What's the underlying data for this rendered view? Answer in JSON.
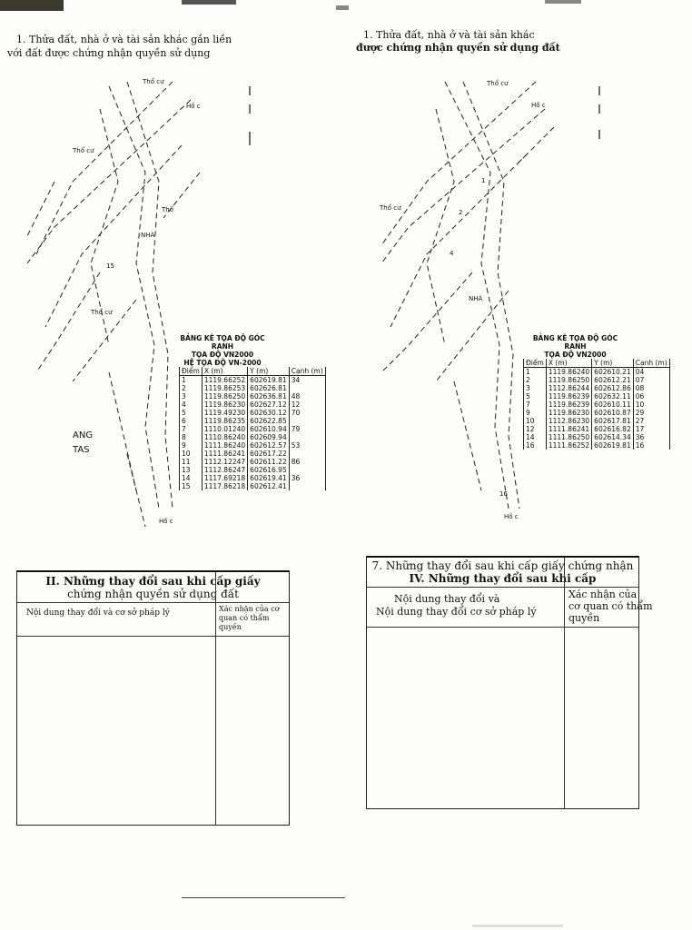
{
  "left_page": {
    "header_line1": "1. Thửa đất, nhà ở và tài sản khác gắn liền",
    "header_line2": "với đất được chứng nhận quyền sử dụng",
    "sketch_labels": [
      "Thổ cư",
      "Hồ c",
      "Thổ cư",
      "NHÀ",
      "Thổ cư",
      "15",
      "Hồ c",
      "ANG",
      "TAS",
      "Thổ"
    ],
    "coord_table": {
      "title_lines": [
        "BẢNG KÊ TỌA ĐỘ GÓC RANH",
        "TỌA ĐỘ VN2000",
        "HỆ TỌA ĐỘ VN-2000"
      ],
      "headers": [
        "Điểm",
        "X (m)",
        "Y (m)",
        "Cạnh (m)"
      ],
      "rows": [
        [
          "1",
          "1119.66252",
          "602619.81",
          "34"
        ],
        [
          "2",
          "1119.86253",
          "602626.81",
          ""
        ],
        [
          "3",
          "1119.86250",
          "602636.81",
          "48"
        ],
        [
          "4",
          "1119.86230",
          "602627.12",
          "12"
        ],
        [
          "5",
          "1119.49230",
          "602630.12",
          "70"
        ],
        [
          "6",
          "1119.86235",
          "602622.85",
          ""
        ],
        [
          "7",
          "1110.01240",
          "602610.94",
          "79"
        ],
        [
          "8",
          "1110.86240",
          "602609.94",
          ""
        ],
        [
          "9",
          "1111.86240",
          "602612.57",
          "53"
        ],
        [
          "10",
          "1111.86241",
          "602617.22",
          ""
        ],
        [
          "11",
          "1112.12247",
          "602611.22",
          "86"
        ],
        [
          "13",
          "1112.86247",
          "602616.95",
          ""
        ],
        [
          "14",
          "1117.69218",
          "602619.41",
          "36"
        ],
        [
          "15",
          "1117.86218",
          "602612.41",
          ""
        ]
      ]
    },
    "bottom_box": {
      "title1": "II. Những thay đổi sau khi cấp giấy",
      "title2": "chứng nhận quyền sử dụng đất",
      "col1": "Nội dung thay đổi và cơ sở pháp lý",
      "col2": "Xác nhận của cơ quan có thẩm quyền"
    }
  },
  "right_page": {
    "header_line1": "1. Thửa đất, nhà ở và tài sản khác",
    "header_line2": "được chứng nhận quyền sử dụng đất",
    "sketch_labels": [
      "Thổ cư",
      "Hồ c",
      "Thổ cư",
      "NHÀ",
      "1",
      "2",
      "4",
      "16",
      "Hồ c"
    ],
    "coord_table": {
      "title_lines": [
        "BẢNG KÊ TỌA ĐỘ GÓC RANH",
        "TỌA ĐỘ VN2000"
      ],
      "headers": [
        "Điểm",
        "X (m)",
        "Y (m)",
        "Cạnh (m)"
      ],
      "rows": [
        [
          "1",
          "1119.86240",
          "602610.21",
          "04"
        ],
        [
          "2",
          "1119.86250",
          "602612.21",
          "07"
        ],
        [
          "3",
          "1112.86244",
          "602612.86",
          "08"
        ],
        [
          "5",
          "1119.86239",
          "602632.11",
          "06"
        ],
        [
          "7",
          "1119.86239",
          "602610.11",
          "10"
        ],
        [
          "9",
          "1119.86230",
          "602610.87",
          "29"
        ],
        [
          "10",
          "1112.86230",
          "602617.81",
          "27"
        ],
        [
          "12",
          "1111.86241",
          "602616.82",
          "17"
        ],
        [
          "14",
          "1111.86250",
          "602614.34",
          "36"
        ],
        [
          "16",
          "1111.86252",
          "602619.81",
          "16"
        ]
      ]
    },
    "bottom_box": {
      "title1": "7. Những thay đổi sau khi cấp giấy chứng nhận",
      "title2": "IV. Những thay đổi sau khi cấp",
      "col1_line1": "Nội dung thay đổi và",
      "col1_line2": "Nội dung thay đổi cơ sở pháp lý",
      "col2_line1": "Xác nhận của",
      "col2_line2": "cơ quan có thẩm",
      "col2_line3": "quyền"
    }
  }
}
